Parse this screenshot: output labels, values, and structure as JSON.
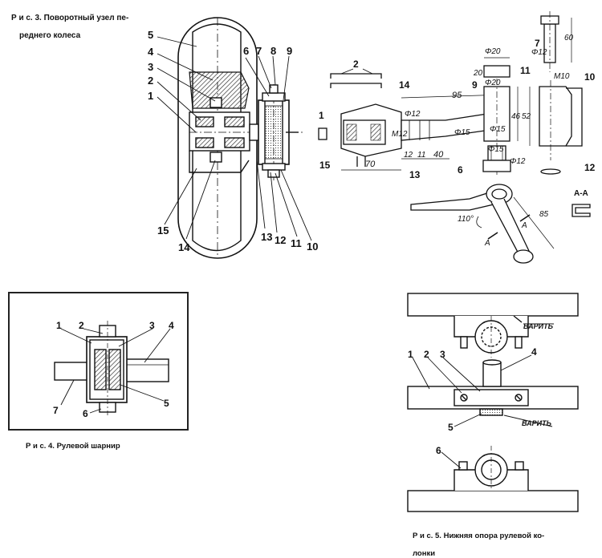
{
  "fig3": {
    "caption": "Р и с. 3. Поворотный узел переднего колеса",
    "caption_line1": "Р и с. 3. Поворотный узел пе-",
    "caption_line2": "реднего колеса",
    "callouts": [
      "5",
      "4",
      "3",
      "2",
      "1",
      "6",
      "7",
      "8",
      "9",
      "15",
      "14",
      "13",
      "12",
      "11",
      "10"
    ],
    "exploded_numbers": [
      "2",
      "14",
      "1",
      "15",
      "13",
      "9",
      "11",
      "7",
      "10",
      "12",
      "6"
    ],
    "dims": {
      "d95": "95",
      "d70": "70",
      "d12a": "12",
      "d11": "11",
      "d40": "40",
      "phi12a": "Φ12",
      "phi15a": "Φ15",
      "m12": "M12",
      "phi20a": "Φ20",
      "phi20b": "Φ20",
      "d20": "20",
      "d46": "46",
      "phi15b": "Φ15",
      "phi15c": "Φ15",
      "phi12b": "Φ12",
      "d60": "60",
      "phi12c": "Φ12",
      "m10": "M10",
      "d52": "52",
      "angle": "110°",
      "d85": "85",
      "aa": "А-А",
      "a1": "А",
      "a2": "А"
    }
  },
  "fig4": {
    "caption": "Р и с. 4. Рулевой шарнир",
    "callouts": [
      "1",
      "2",
      "3",
      "4",
      "5",
      "6",
      "7"
    ]
  },
  "fig5": {
    "caption_line1": "Р и с. 5. Нижняя опора рулевой ко-",
    "caption_line2": "лонки",
    "weld_label_1": "ВАРИТЬ",
    "weld_label_2": "ВАРИТЬ",
    "callouts": [
      "1",
      "2",
      "3",
      "4",
      "5",
      "6"
    ]
  },
  "colors": {
    "ink": "#111111",
    "paper": "#ffffff",
    "hatch": "#333333"
  }
}
